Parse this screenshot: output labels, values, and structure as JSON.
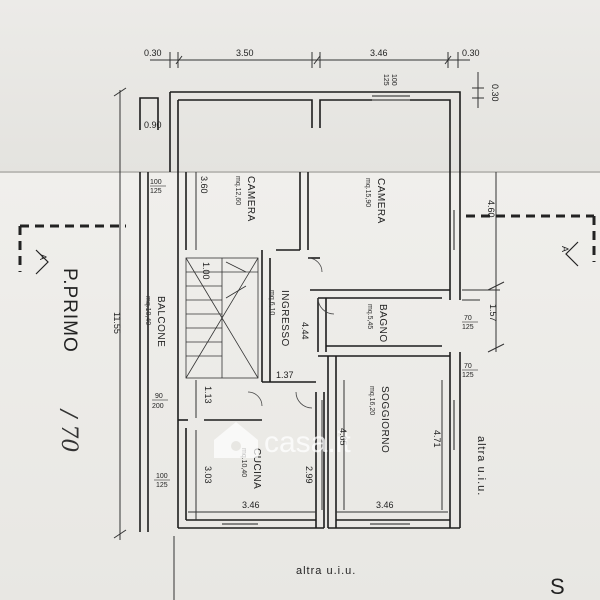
{
  "plan": {
    "floor_label": "P.PRIMO",
    "scale_note": "∕ 70",
    "other_unit_bottom": "altra u.i.u.",
    "other_unit_right": "altra u.i.u.",
    "section_marker_left": "A",
    "section_marker_right": "A",
    "corner_text": "S",
    "watermark": "casa.it"
  },
  "rooms": [
    {
      "name": "CAMERA",
      "area": "mq.12,60"
    },
    {
      "name": "CAMERA",
      "area": "mq.15,90"
    },
    {
      "name": "BAGNO",
      "area": "mq.5,45"
    },
    {
      "name": "INGRESSO",
      "area": "mq.6,10"
    },
    {
      "name": "BALCONE",
      "area": "mq.10,40"
    },
    {
      "name": "SOGGIORNO",
      "area": "mq.16,20"
    },
    {
      "name": "CUCINA",
      "area": "mq.10,40"
    }
  ],
  "dimensions": {
    "top_left_wall": "0.30",
    "top_room1": "3.50",
    "top_room2": "3.46",
    "top_right_wall": "0.30",
    "top_right_vertical": "0.30",
    "balcony_depth": "0.90",
    "camera1_depth": "3.60",
    "right_upper": "4.60",
    "right_middle": "1.57",
    "ingresso_length": "4.44",
    "stair_width": "1.00",
    "total_length": "11.55",
    "ingresso_width": "1.37",
    "stair_landing": "1.13",
    "soggiorno_depth_a": "4.65",
    "soggiorno_depth_b": "4.71",
    "cucina_depth": "3.03",
    "cucina_inner": "2.99",
    "bottom_left": "3.46",
    "bottom_right": "3.46"
  },
  "openings": {
    "top_window": {
      "top": "100",
      "bottom": "125"
    },
    "left_window_1": {
      "top": "100",
      "bottom": "125"
    },
    "left_door": {
      "top": "90",
      "bottom": "200"
    },
    "left_window_2": {
      "top": "100",
      "bottom": "125"
    },
    "right_window_1": {
      "top": "70",
      "bottom": "125"
    },
    "right_window_2": {
      "top": "70",
      "bottom": "125"
    }
  }
}
